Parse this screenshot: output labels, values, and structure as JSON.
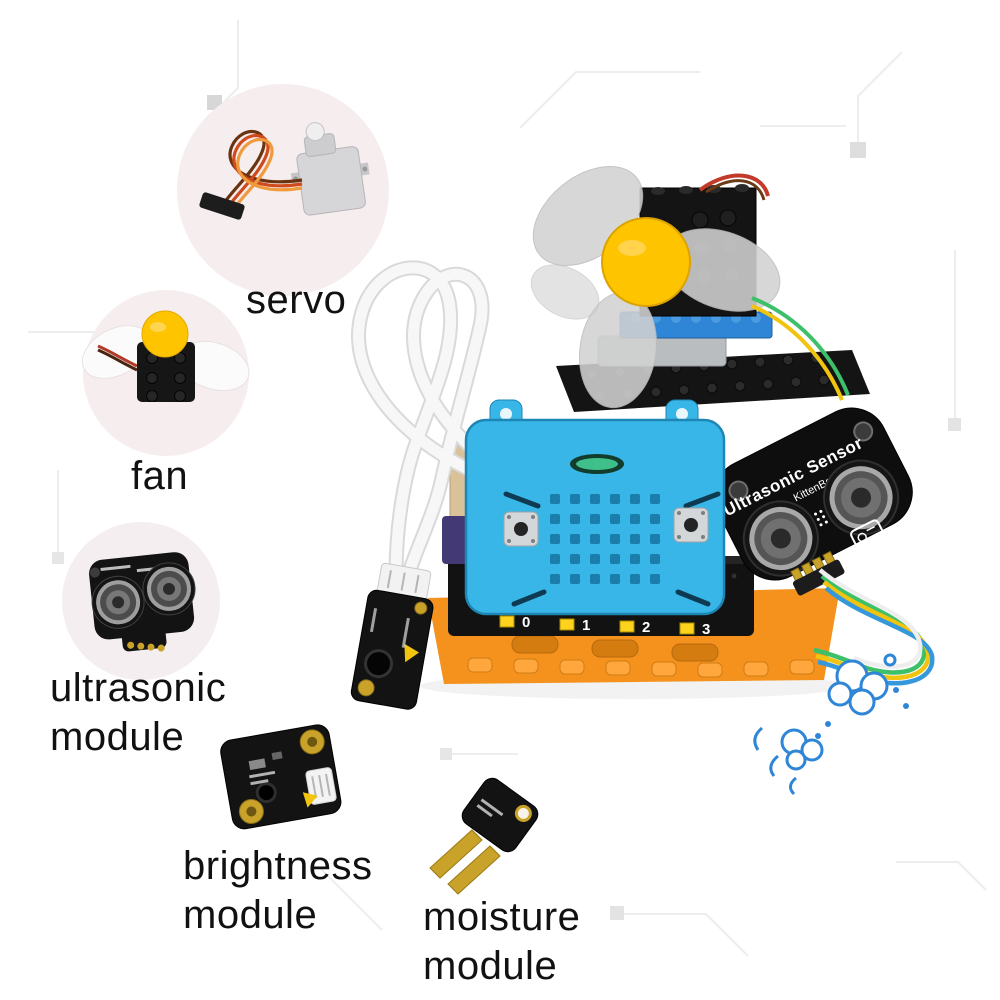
{
  "labels": {
    "servo": "servo",
    "fan": "fan",
    "ultrasonic": [
      "ultrasonic",
      "module"
    ],
    "brightness": [
      "brightness",
      "module"
    ],
    "moisture": [
      "moisture",
      "module"
    ]
  },
  "board_text": {
    "ultrasonic_title": "Ultrasonic Sensor",
    "brand": "KittenBot",
    "ports": [
      "0",
      "1",
      "2",
      "3"
    ]
  },
  "colors": {
    "base_orange": "#f5921e",
    "case_blue": "#38b6e8",
    "fan_cap_yellow": "#ffc400",
    "board_black": "#141414",
    "pad_gold": "#c9a22a",
    "doodle_blue": "#2f86d6",
    "wire_green": "#3ec06a",
    "wire_yellow": "#f1c40f",
    "wire_blue": "#3498db",
    "inset_background": "#f6edee"
  }
}
